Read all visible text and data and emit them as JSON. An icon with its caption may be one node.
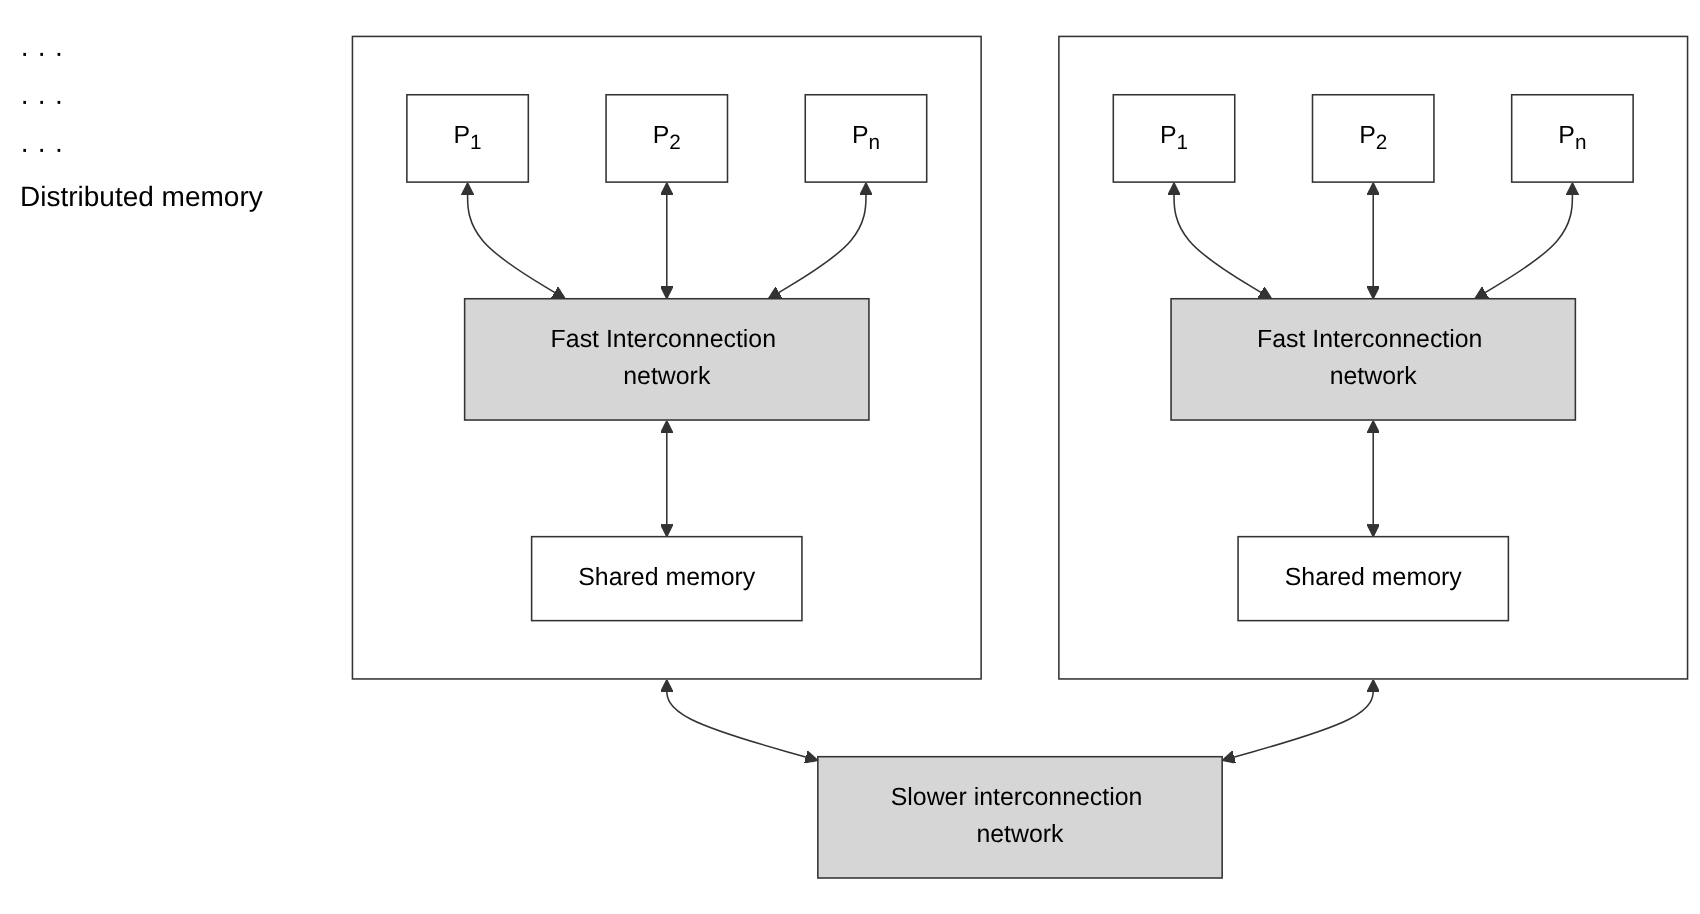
{
  "diagram": {
    "nodes": [
      {
        "text": [],
        "shape": "box"
      },
      {
        "text": [
          "P$_{1}$"
        ],
        "in": 0
      },
      {
        "text": [
          "P$_{2}$"
        ],
        "in": 0
      },
      {
        "text": [
          "P$_{n}$"
        ],
        "in": 0
      },
      {
        "text": [
          "Fast Interconnection network"
        ],
        "in": 0
      },
      {
        "text": [
          "Shared memory"
        ],
        "in": 0
      },
      {
        "text": [],
        "shape": "box"
      },
      {
        "text": [
          "P$_{1}$"
        ],
        "in": 6
      },
      {
        "text": [
          "P$_{2}$"
        ],
        "in": 6
      },
      {
        "text": [
          "P$_{n}$"
        ],
        "in": 6
      },
      {
        "text": [
          "Fast Interconnection network"
        ],
        "in": 6
      },
      {
        "text": [
          "Shared memory"
        ],
        "in": 6
      },
      {
        "text": [
          "Slower interconnection network"
        ]
      }
    ],
    "edges": [
      {
        "from": 1,
        "to": 4,
        "arrow": "both"
      },
      {
        "from": 2,
        "to": 4,
        "arrow": "both"
      },
      {
        "from": 3,
        "to": 4,
        "arrow": "both"
      },
      {
        "from": 4,
        "to": 5,
        "arrow": "both"
      },
      {
        "from": 7,
        "to": 10,
        "arrow": "both"
      },
      {
        "from": 8,
        "to": 10,
        "arrow": "both"
      },
      {
        "from": 9,
        "to": 10,
        "arrow": "both"
      },
      {
        "from": 10,
        "to": 11,
        "arrow": "both"
      },
      {
        "from": 0,
        "to": 12,
        "arrow": "both"
      },
      {
        "from": 6,
        "to": 12,
        "arrow": "both"
      }
    ],
    "labels": [
      "· · ·",
      "· · ·",
      "· · ·",
      "Distributed memory"
    ]
  }
}
